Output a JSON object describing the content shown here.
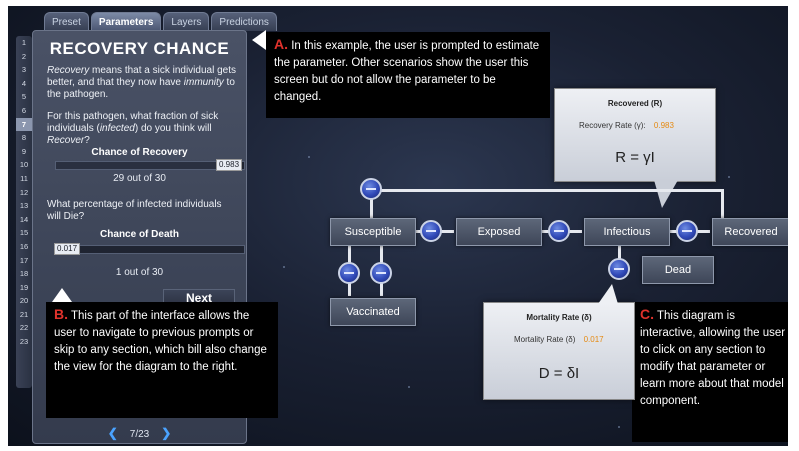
{
  "tabs": [
    "Preset",
    "Parameters",
    "Layers",
    "Predictions"
  ],
  "active_tab": "Parameters",
  "step_numbers": [
    "1",
    "2",
    "3",
    "4",
    "5",
    "6",
    "7",
    "8",
    "9",
    "10",
    "11",
    "12",
    "13",
    "14",
    "15",
    "16",
    "17",
    "18",
    "19",
    "20",
    "21",
    "22",
    "23"
  ],
  "current_step": "7",
  "panel": {
    "title": "RECOVERY CHANCE",
    "intro_em": "Recovery",
    "intro_rest": " means that a sick individual gets better, and that they now have ",
    "intro_em2": "immunity",
    "intro_end": " to the pathogen.",
    "q1_a": "For this pathogen, what fraction of sick individuals (",
    "q1_em": "infected",
    "q1_b": ") do you think will ",
    "q1_em2": "Recover",
    "q1_c": "?",
    "recovery_label": "Chance of Recovery",
    "recovery_value": "0.983",
    "recovery_fraction": 0.983,
    "recovery_count": "29 out of 30",
    "q2": "What percentage of infected individuals will Die?",
    "q2_die": "Die",
    "death_label": "Chance of Death",
    "death_value": "0.017",
    "death_fraction": 0.017,
    "death_count": "1 out of 30",
    "next_label": "Next",
    "pager_text": "7/23",
    "prev_arrow": "❮",
    "next_arrow": "❯"
  },
  "callouts": {
    "a_tag": "A.",
    "a_text": " In this example, the user is prompted to estimate the parameter.  Other scenarios show the user this screen but do not allow the parameter to be changed.",
    "b_tag": "B.",
    "b_text": " This part of the interface allows the user to navigate to previous prompts or skip to any section, which bill also change the view for the diagram to the right.",
    "c_tag": "C.",
    "c_text": " This diagram is interactive, allowing the user to click on any section to modify that parameter or learn more about that model component."
  },
  "diagram": {
    "nodes": {
      "susceptible": "Susceptible",
      "exposed": "Exposed",
      "infectious": "Infectious",
      "recovered": "Recovered",
      "dead": "Dead",
      "vaccinated": "Vaccinated"
    },
    "recovered_popup": {
      "title": "Recovered (R)",
      "param_label": "Recovery Rate (γ):",
      "param_value": "0.983",
      "equation": "R = γI"
    },
    "mortality_popup": {
      "title": "Mortality Rate (δ)",
      "param_label": "Mortality Rate (δ)",
      "param_value": "0.017",
      "equation": "D = δI"
    }
  },
  "colors": {
    "callout_tag": "#e0322c",
    "param_value": "#e58a12",
    "node_bg": "#4d5668",
    "circle": "#3049b8"
  }
}
